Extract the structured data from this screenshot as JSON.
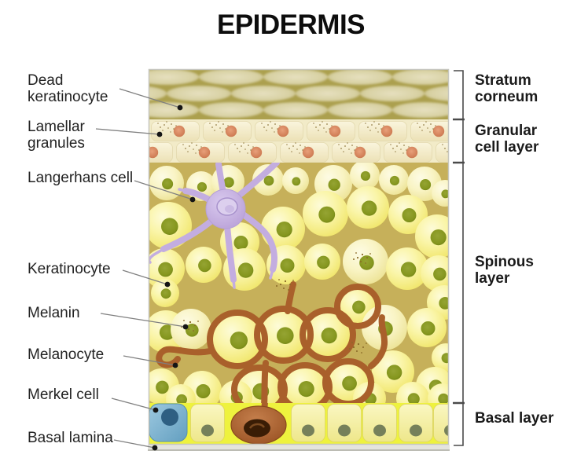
{
  "title": "EPIDERMIS",
  "labels": {
    "left": [
      {
        "text": "Dead\nkeratinocyte"
      },
      {
        "text": "Lamellar\ngranules"
      },
      {
        "text": "Langerhans cell"
      },
      {
        "text": "Keratinocyte"
      },
      {
        "text": "Melanin"
      },
      {
        "text": "Melanocyte"
      },
      {
        "text": "Merkel cell"
      },
      {
        "text": "Basal lamina"
      }
    ],
    "right": [
      {
        "text": "Stratum\ncorneum"
      },
      {
        "text": "Granular\ncell layer"
      },
      {
        "text": "Spinous\nlayer"
      },
      {
        "text": "Basal layer"
      }
    ]
  },
  "colors": {
    "label_text": "#222222",
    "leader_line": "#808080",
    "bracket": "#4a4a4a",
    "stratum_bg": "#aca04e",
    "stratum_cell": "#d8d1a3",
    "granular_bg": "#f2ebc8",
    "granular_cell": "#f6efd2",
    "granular_nucleus": "#dc8e66",
    "spinous_bg": "#c6b05a",
    "spinous_cell": "#f7ef82",
    "spinous_cell_pale": "#f8f4bc",
    "spinous_nucleus": "#8a9a28",
    "langerhans": "#c3ade0",
    "melanocyte": "#a9602b",
    "melanocyte_nucleus": "#3a1d05",
    "basal_bg": "#eef23e",
    "basal_cell": "#f5f0a2",
    "basal_nucleus": "#76805a",
    "merkel": "#7fb5d4",
    "merkel_nucleus": "#2e5f82",
    "basal_lamina": "#e4e4de"
  }
}
